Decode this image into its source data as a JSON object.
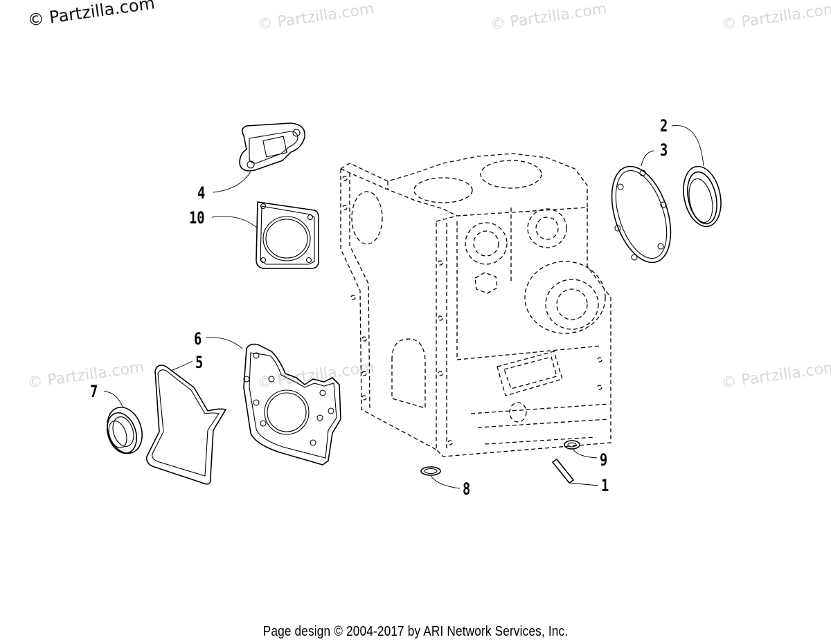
{
  "watermarks": {
    "top_left": "© Partzilla.com",
    "faded": "© Partzilla.com"
  },
  "callouts": [
    "1",
    "2",
    "3",
    "4",
    "5",
    "6",
    "7",
    "8",
    "9",
    "10"
  ],
  "footer": "Page design © 2004-2017 by ARI Network Services, Inc."
}
